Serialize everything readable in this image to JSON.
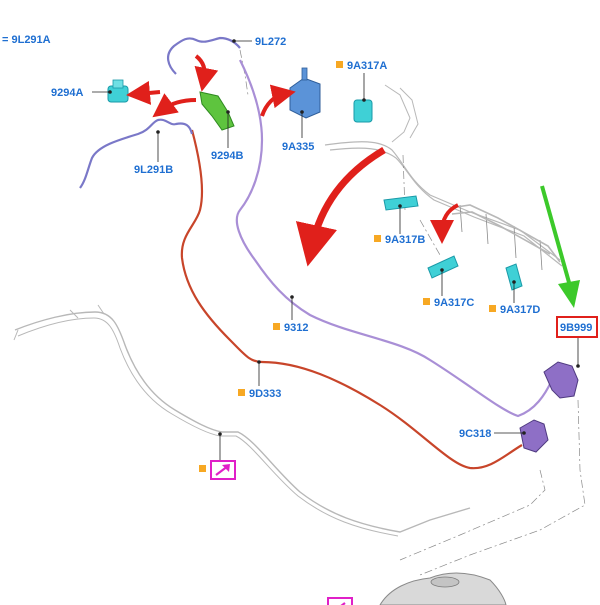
{
  "labels": {
    "ref_9L291A": "= 9L291A",
    "p_9L272": "9L272",
    "p_9294A": "9294A",
    "p_9294B": "9294B",
    "p_9L291B": "9L291B",
    "p_9A335": "9A335",
    "p_9A317A": "9A317A",
    "p_9A317B": "9A317B",
    "p_9A317C": "9A317C",
    "p_9A317D": "9A317D",
    "p_9B999": "9B999",
    "p_9312": "9312",
    "p_9D333": "9D333",
    "p_9C318": "9C318"
  },
  "colors": {
    "label_text": "#1f6fd1",
    "bullet": "#f7a823",
    "callout_red": "#e0201b",
    "arrow_green": "#3cc92a",
    "line_orange": "#c8452a",
    "line_lilac": "#a98fd6",
    "line_blue": "#7a78c8",
    "clip_cyan": "#3fd0d6",
    "clip_green": "#5ec43e",
    "bracket_blue": "#5b93d8",
    "link_icon": "#e020c8"
  },
  "icons": [
    "arrow-link-icon",
    "arrow-link-icon"
  ]
}
